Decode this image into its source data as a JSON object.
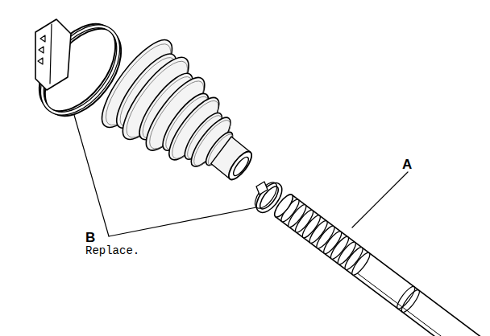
{
  "diagram": {
    "labels": [
      "A",
      "B",
      "Replace."
    ]
  }
}
